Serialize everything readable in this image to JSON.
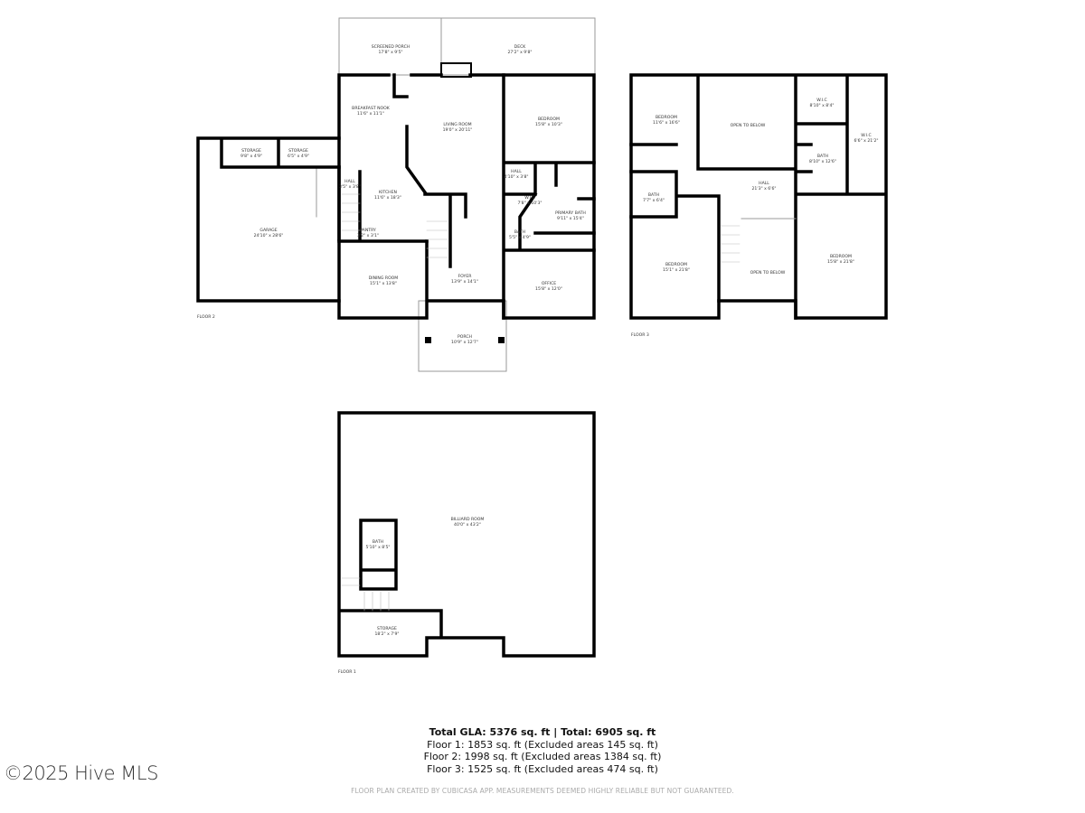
{
  "floors": {
    "floor2": {
      "label": "FLOOR 2",
      "rooms": [
        {
          "name": "SCREENED PORCH",
          "size": "17'8\" x 9'5\""
        },
        {
          "name": "DECK",
          "size": "27'2\" x 9'8\""
        },
        {
          "name": "BREAKFAST NOOK",
          "size": "11'6\" x 11'1\""
        },
        {
          "name": "LIVING ROOM",
          "size": "19'0\" x 20'11\""
        },
        {
          "name": "BEDROOM",
          "size": "15'8\" x 10'3\""
        },
        {
          "name": "STORAGE",
          "size": "9'8\" x 4'9\""
        },
        {
          "name": "STORAGE",
          "size": "6'5\" x 4'9\""
        },
        {
          "name": "HALL",
          "size": "3'5\" x 3'8\""
        },
        {
          "name": "KITCHEN",
          "size": "11'6\" x 18'3\""
        },
        {
          "name": "HALL",
          "size": "4'10\" x 3'8\""
        },
        {
          "name": "W.I.C",
          "size": "7'8\" x 10'3\""
        },
        {
          "name": "PRIMARY BATH",
          "size": "9'11\" x 15'4\""
        },
        {
          "name": "GARAGE",
          "size": "24'10\" x 28'6\""
        },
        {
          "name": "PANTRY",
          "size": "3'2\" x 3'1\""
        },
        {
          "name": "BATH",
          "size": "5'5\" x 4'9\""
        },
        {
          "name": "DINING ROOM",
          "size": "15'1\" x 13'8\""
        },
        {
          "name": "FOYER",
          "size": "13'9\" x 14'1\""
        },
        {
          "name": "OFFICE",
          "size": "15'8\" x 12'0\""
        },
        {
          "name": "PORCH",
          "size": "10'9\" x 12'7\""
        }
      ]
    },
    "floor3": {
      "label": "FLOOR 3",
      "rooms": [
        {
          "name": "BEDROOM",
          "size": "11'6\" x 16'6\""
        },
        {
          "name": "OPEN TO BELOW",
          "size": ""
        },
        {
          "name": "W.I.C",
          "size": "8'10\" x 8'4\""
        },
        {
          "name": "W.I.C",
          "size": "6'6\" x 21'2\""
        },
        {
          "name": "BATH",
          "size": "8'10\" x 12'6\""
        },
        {
          "name": "HALL",
          "size": "21'3\" x 6'6\""
        },
        {
          "name": "BATH",
          "size": "7'7\" x 6'4\""
        },
        {
          "name": "BEDROOM",
          "size": "15'1\" x 21'8\""
        },
        {
          "name": "OPEN TO BELOW",
          "size": ""
        },
        {
          "name": "BEDROOM",
          "size": "15'8\" x 21'8\""
        }
      ]
    },
    "floor1": {
      "label": "FLOOR 1",
      "rooms": [
        {
          "name": "BILLIARD ROOM",
          "size": "40'0\" x 43'2\""
        },
        {
          "name": "BATH",
          "size": "5'10\" x 8'5\""
        },
        {
          "name": "STORAGE",
          "size": "18'2\" x 7'9\""
        }
      ]
    }
  },
  "summary": {
    "total": "Total GLA: 5376 sq. ft | Total: 6905 sq. ft",
    "floor1": "Floor 1: 1853 sq. ft (Excluded areas 145 sq. ft)",
    "floor2": "Floor 2: 1998 sq. ft (Excluded areas 1384 sq. ft)",
    "floor3": "Floor 3: 1525 sq. ft (Excluded areas 474 sq. ft)"
  },
  "disclaimer": "FLOOR PLAN CREATED BY CUBICASA APP. MEASUREMENTS DEEMED HIGHLY RELIABLE BUT NOT GUARANTEED.",
  "watermark": "©2025 Hive MLS",
  "colors": {
    "wall": "#000000",
    "window": "#cccccc",
    "thin": "#999999"
  }
}
